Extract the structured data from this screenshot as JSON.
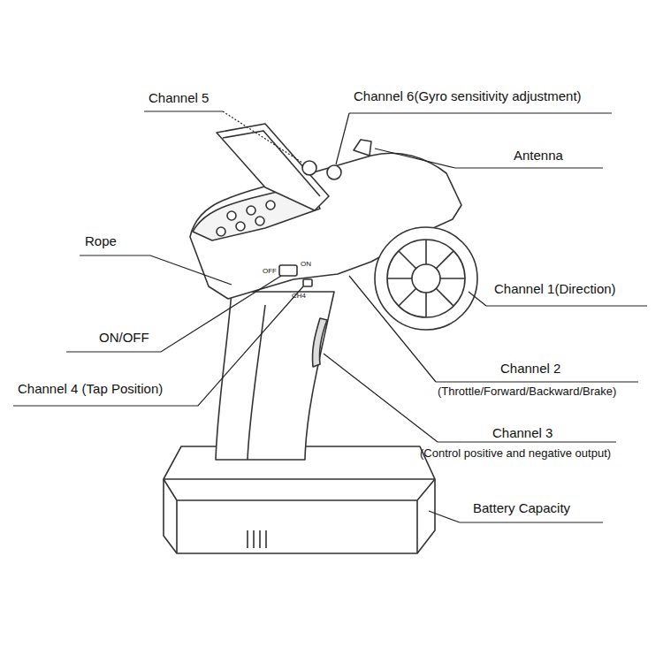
{
  "diagram": {
    "labels": [
      "Channel 5",
      "Channel 6(Gyro sensitivity adjustment)",
      "Antenna",
      "Rope",
      "Channel 1(Direction)",
      "ON/OFF",
      "Channel 2",
      "(Throttle/Forward/Backward/Brake)",
      "Channel 4 (Tap Position)",
      "Channel 3",
      "(Control positive and negative output)",
      "Battery Capacity",
      "OFF",
      "ON",
      "CH4"
    ]
  }
}
